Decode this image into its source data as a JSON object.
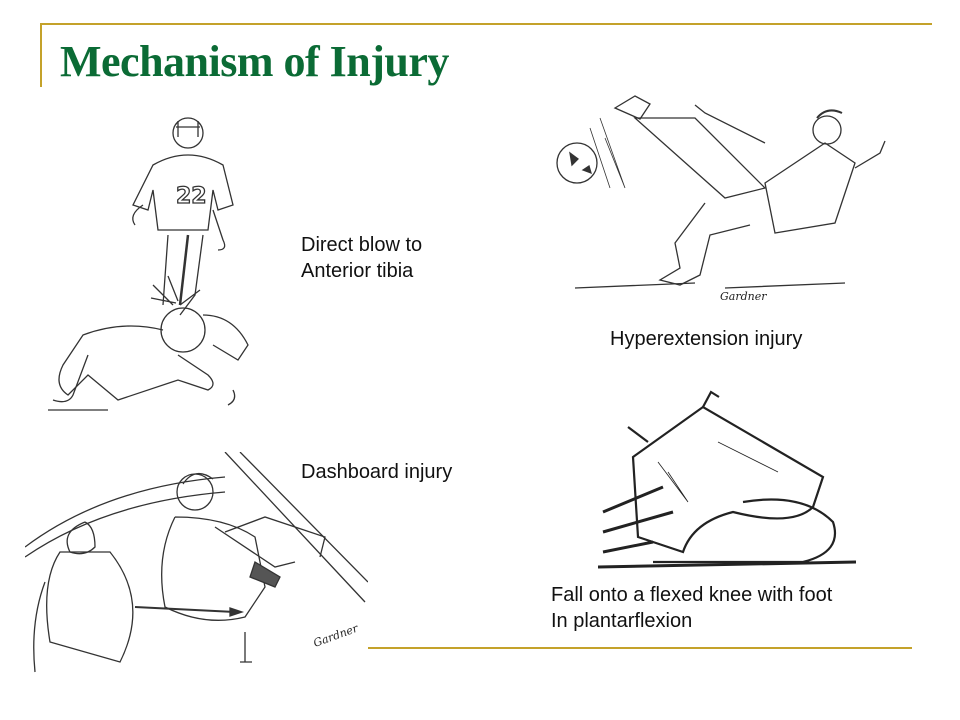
{
  "slide": {
    "title": "Mechanism of Injury",
    "accent_color": "#C4A22A",
    "title_color": "#0B6B35"
  },
  "panels": [
    {
      "id": "direct-blow",
      "illustration": "football-tackle-illustration",
      "caption_lines": [
        "Direct blow to",
        "Anterior tibia"
      ]
    },
    {
      "id": "hyperextension",
      "illustration": "soccer-kick-illustration",
      "signature": "Gardner",
      "caption_lines": [
        "Hyperextension injury"
      ]
    },
    {
      "id": "dashboard",
      "illustration": "car-dashboard-illustration",
      "signature": "Gardner",
      "caption_lines": [
        "Dashboard injury"
      ]
    },
    {
      "id": "flexed-knee-fall",
      "illustration": "kneeling-fall-illustration",
      "caption_lines": [
        "Fall onto a flexed knee with foot",
        "In plantarflexion"
      ]
    }
  ]
}
